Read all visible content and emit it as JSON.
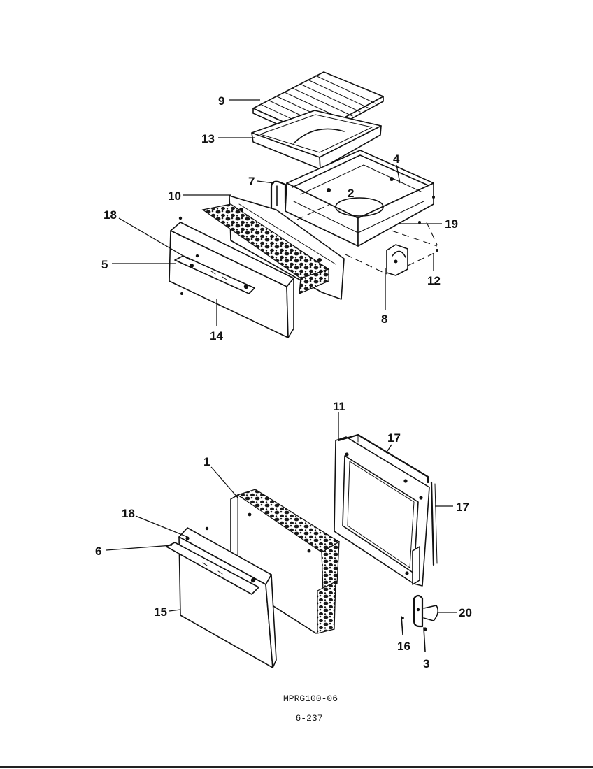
{
  "callouts": {
    "upper": {
      "c9": "9",
      "c13": "13",
      "c4": "4",
      "c7": "7",
      "c2": "2",
      "c10": "10",
      "c19": "19",
      "c18": "18",
      "c5": "5",
      "c12": "12",
      "c8": "8",
      "c14": "14"
    },
    "lower": {
      "c11": "11",
      "c17a": "17",
      "c17b": "17",
      "c1": "1",
      "c18": "18",
      "c6": "6",
      "c15": "15",
      "c20": "20",
      "c16": "16",
      "c3": "3"
    }
  },
  "footer": {
    "part_code": "MPRG100-06",
    "page_number": "6-237"
  }
}
